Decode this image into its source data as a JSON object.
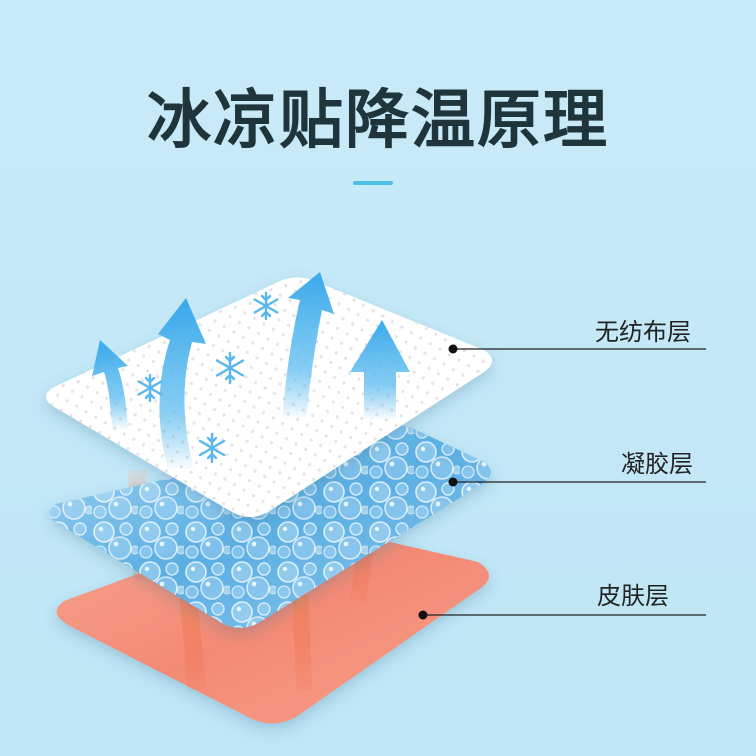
{
  "title": "冰凉贴降温原理",
  "layers": [
    {
      "label": "无纺布层"
    },
    {
      "label": "凝胶层"
    },
    {
      "label": "皮肤层"
    }
  ],
  "icons": [
    "snowflake-icon",
    "cooling-arrow-icon",
    "heat-arrow-icon"
  ],
  "colors": {
    "background": "#c3e7f7",
    "title_text": "#20343c",
    "accent": "#4fc0e6",
    "skin": "#f48a72",
    "gel": "#5fb4e4",
    "fabric": "#ffffff",
    "cool_arrow": "#3aa8ea",
    "heat_arrow": "#f07b56"
  }
}
